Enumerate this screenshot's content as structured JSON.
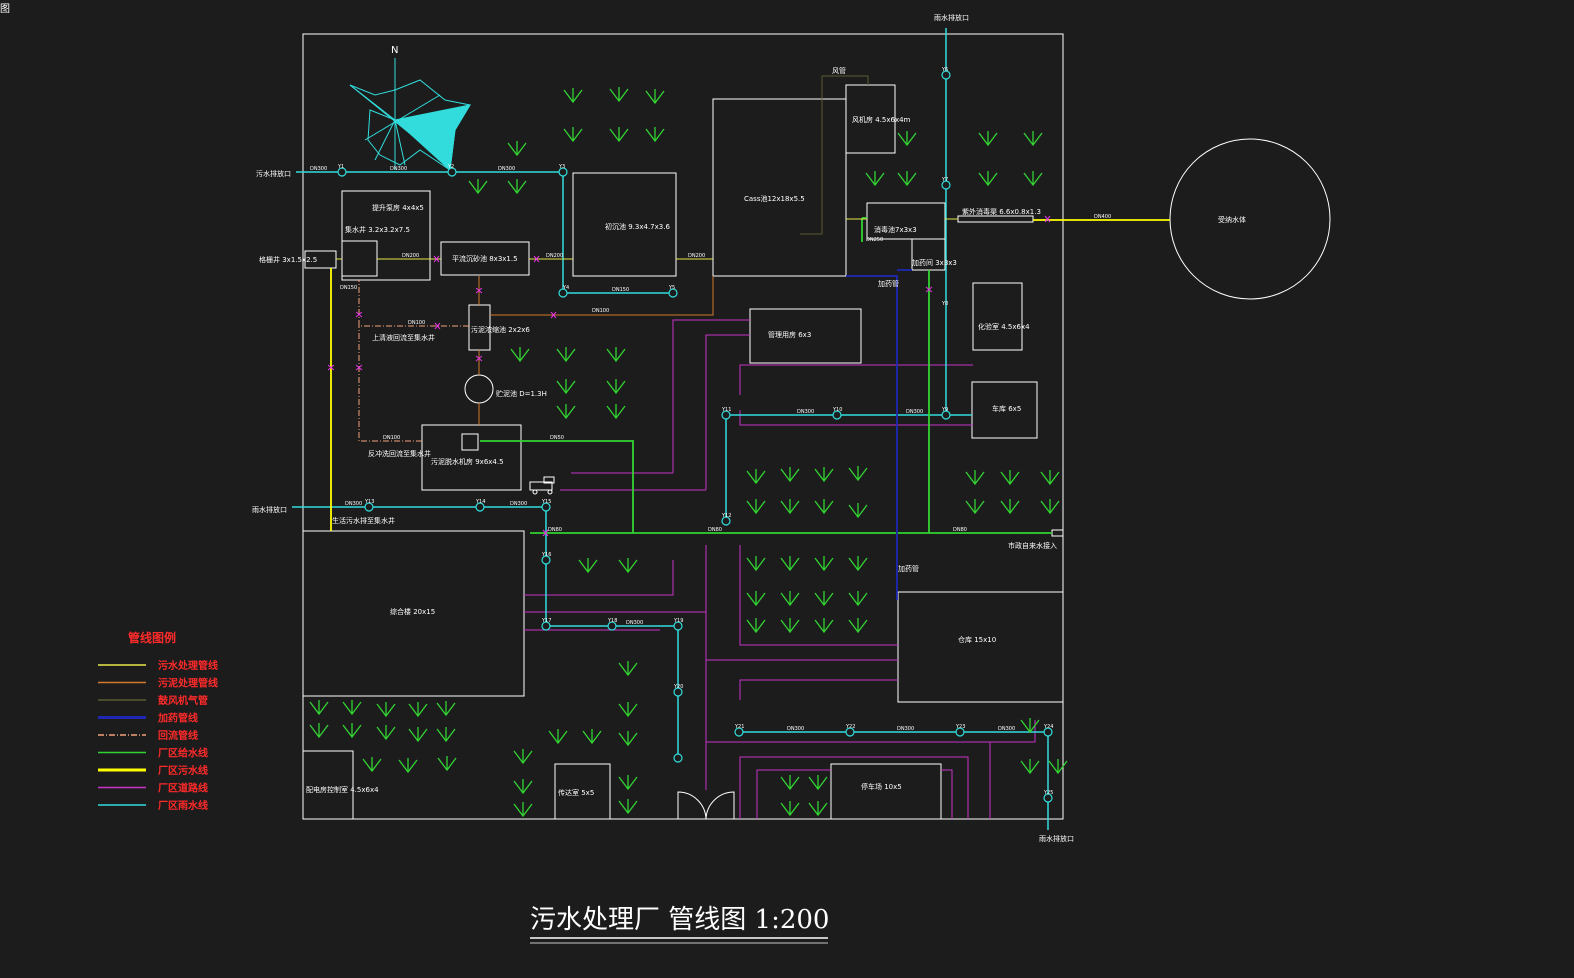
{
  "corner_mark": "图",
  "title": "污水处理厂 管线图 1:200",
  "compass_north": "N",
  "legend": {
    "title": "管线图例",
    "items": [
      {
        "label": "污水处理管线",
        "color": "#e6e64a"
      },
      {
        "label": "污泥处理管线",
        "color": "#d2782d"
      },
      {
        "label": "鼓风机气管",
        "color": "#5a5a32"
      },
      {
        "label": "加药管线",
        "color": "#1e28b4"
      },
      {
        "label": "回流管线",
        "color": "#f0a078"
      },
      {
        "label": "厂区给水线",
        "color": "#32d232"
      },
      {
        "label": "厂区污水线",
        "color": "#ffff00"
      },
      {
        "label": "厂区道路线",
        "color": "#c832c8"
      },
      {
        "label": "厂区雨水线",
        "color": "#32dcdc"
      }
    ]
  },
  "buildings": {
    "grille": "格栅井 3x1.5x2.5",
    "pump_house": "提升泵房 4x4x5",
    "collect_well": "集水井 3.2x3.2x7.5",
    "grit": "平流沉砂池 8x3x1.5",
    "primary": "初沉池 9.3x4.7x3.6",
    "cass": "Cass池12x18x5.5",
    "blower": "风机房 4.5x6x4m",
    "disinfect": "消毒池7x3x3",
    "dosing": "加药间 3x3x3",
    "uv": "紫外消毒渠 6.6x0.8x1.3",
    "receiving": "受纳水体",
    "sludge_thick": "污泥浓缩池 2x2x6",
    "sludge_pump": "贮泥池 D=1.3H",
    "sludge_dewater": "污泥脱水机房 9x6x4.5",
    "office": "综合楼 20x15",
    "mgmt": "管理用房 6x3",
    "lab": "化验室 4.5x6x4",
    "garage": "车库 6x5",
    "warehouse": "仓库 15x10",
    "guard": "传达室 5x5",
    "power": "配电房控制室 4.5x6x4",
    "parking": "停车场 10x5",
    "sludge_return_well": "上清液回流至集水井",
    "backwash": "反冲洗回流至集水井",
    "overflow": "生活污水排至集水井",
    "municipal_water": "市政自来水接入"
  },
  "pipe_ends": {
    "sewage_in": "污水排放口",
    "rain_in": "雨水排放口",
    "rain_out_top": "雨水排放口",
    "rain_out_bottom": "雨水排放口",
    "air_pipe": "风管",
    "dosing_pipe_a": "加药管",
    "dosing_pipe_b": "加药管"
  },
  "nodes": {
    "y1": "Y1",
    "y2": "Y2",
    "y3": "Y3",
    "y4": "Y4",
    "y5": "Y5",
    "y6": "Y6",
    "y7": "Y7",
    "y8": "Y8",
    "y9": "Y9",
    "y10": "Y10",
    "y11": "Y11",
    "y12": "Y12",
    "y13": "Y13",
    "y14": "Y14",
    "y15": "Y15",
    "y16": "Y16",
    "y17": "Y17",
    "y18": "Y18",
    "y19": "Y19",
    "y20": "Y20",
    "y21": "Y21",
    "y22": "Y22",
    "y23": "Y23",
    "y24": "Y24",
    "y25": "Y25"
  },
  "pipe_sizes": {
    "d300": "DN300",
    "d200": "DN200",
    "d150": "DN150",
    "d100": "DN100",
    "d400": "DN400",
    "d250": "DN250",
    "d50": "DN50",
    "d80": "DN80"
  }
}
